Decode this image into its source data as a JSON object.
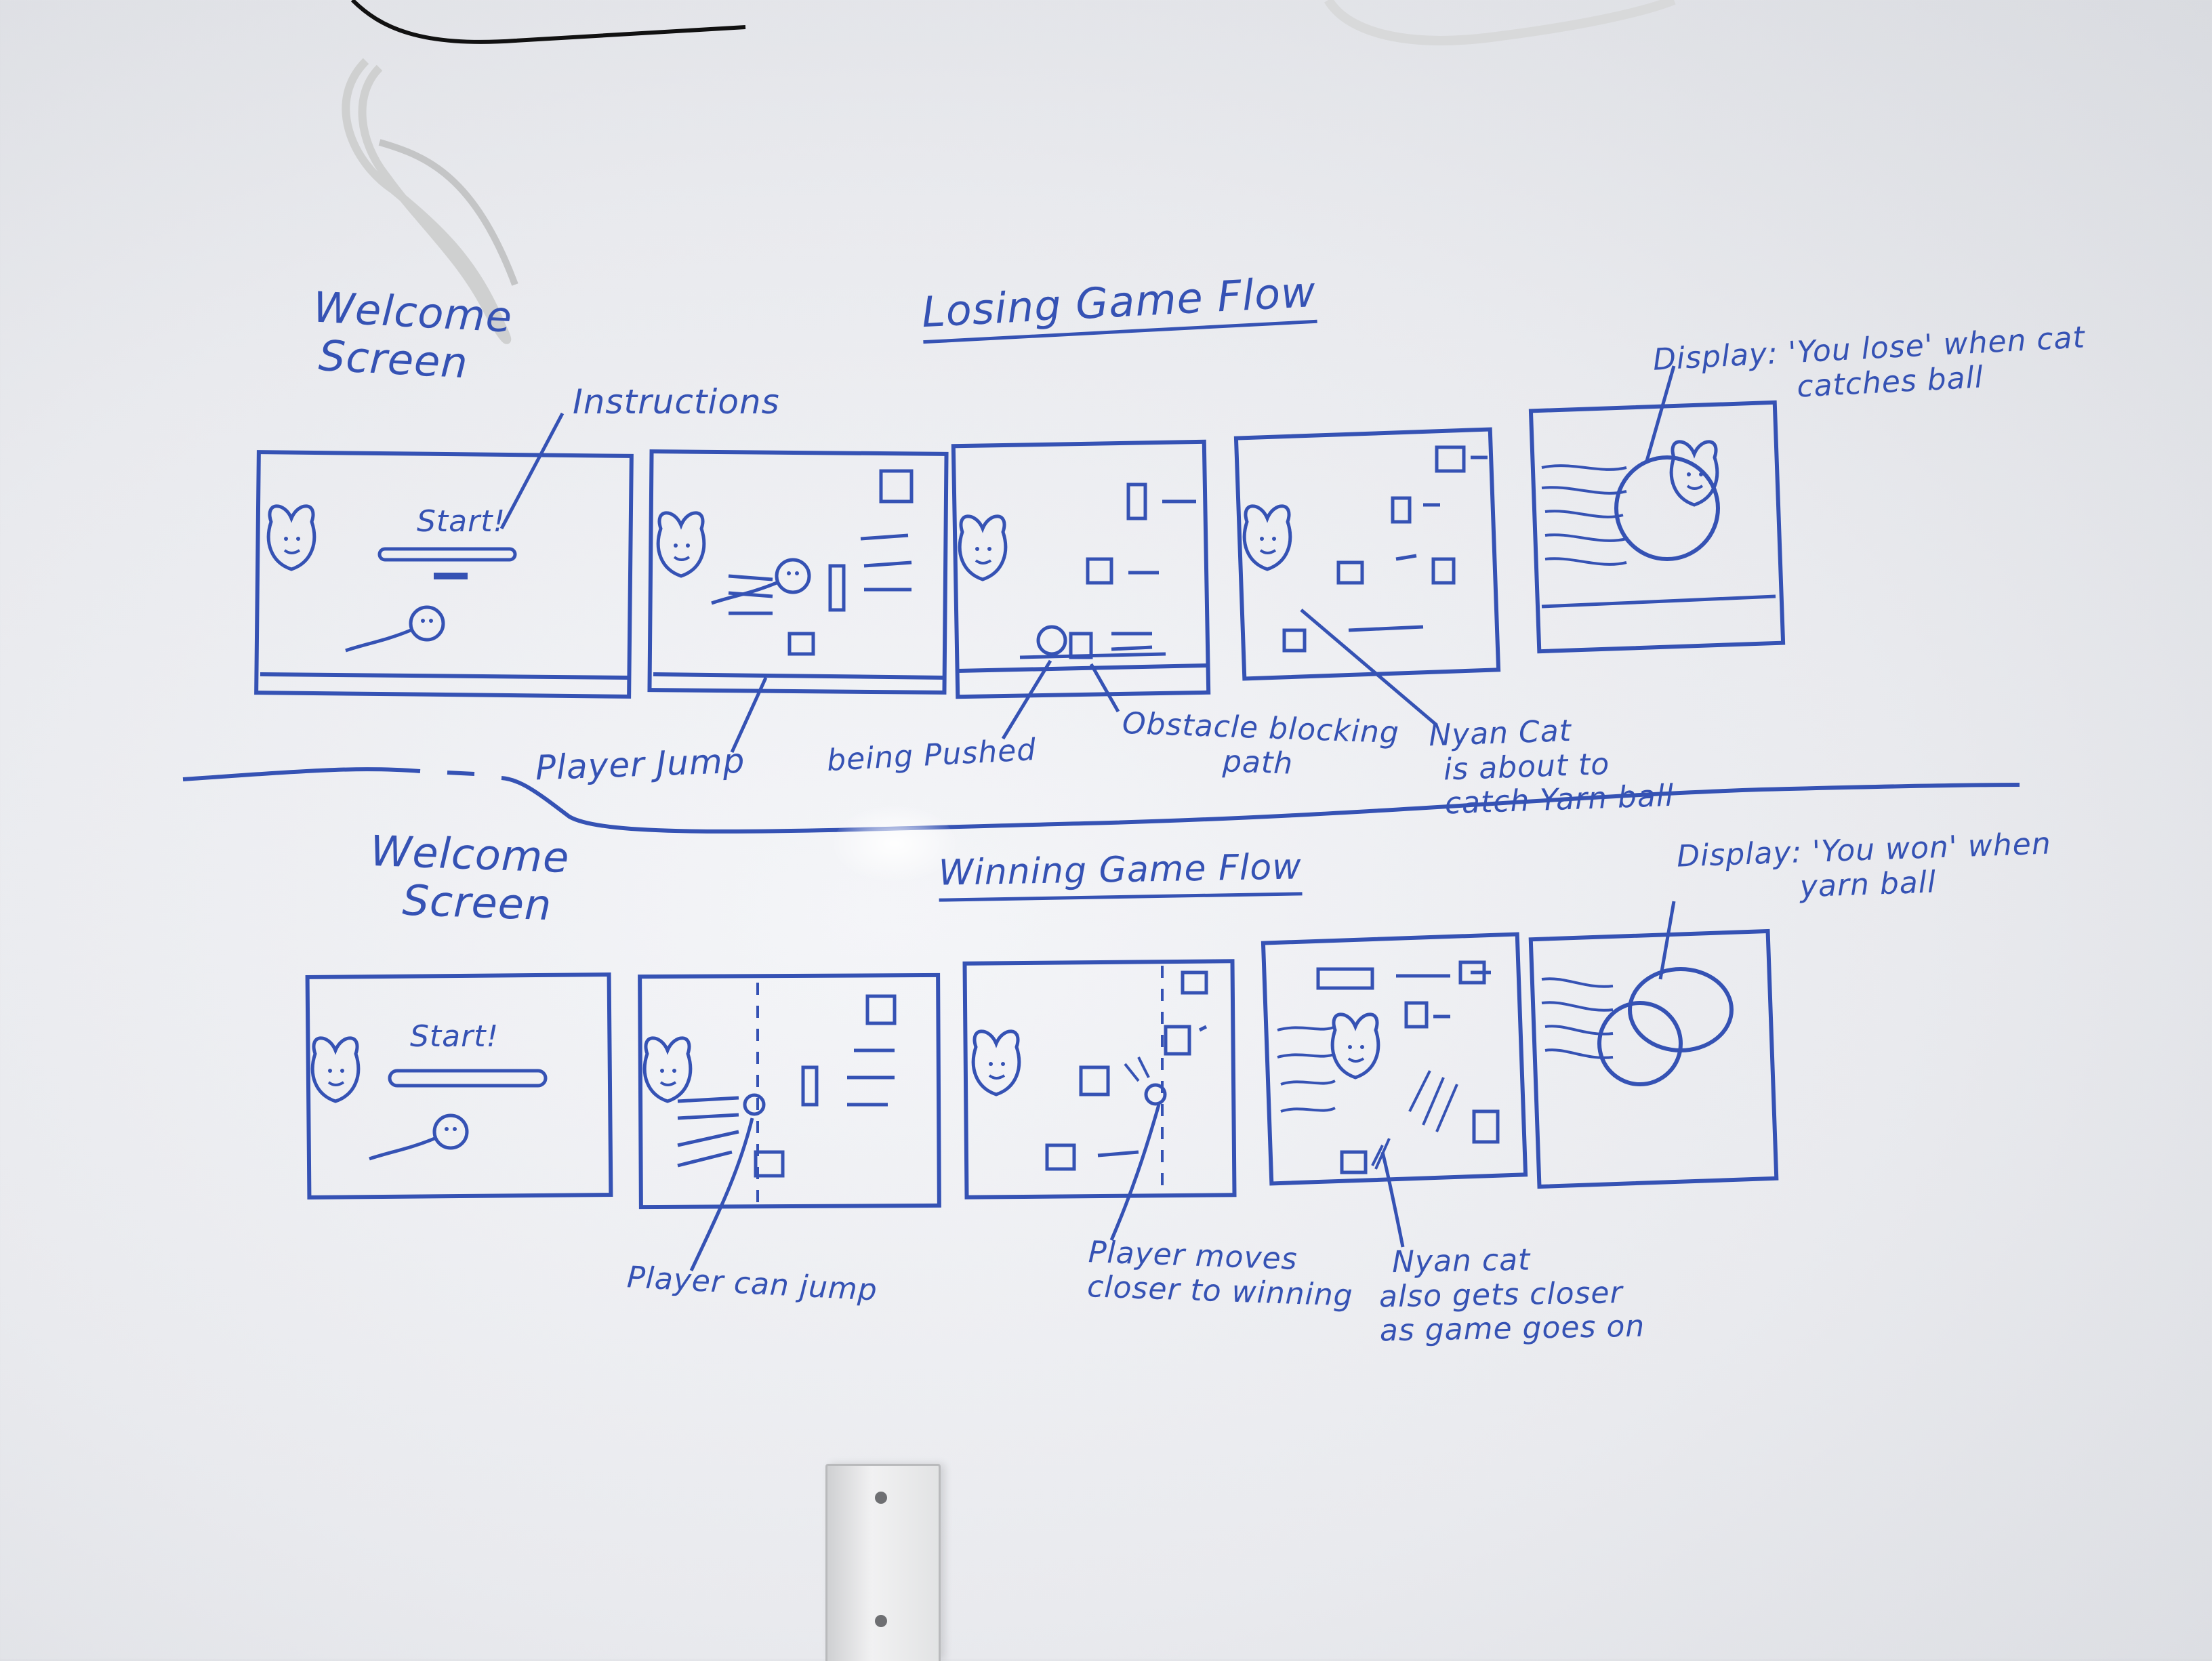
{
  "board": {
    "ink_color": "#3552b4",
    "background": "#eceef1"
  },
  "top_section": {
    "welcome_title_line1": "Welcome",
    "welcome_title_line2": "Screen",
    "flow_title": "Losing Game Flow",
    "instructions_label": "Instructions",
    "start_label": "Start!",
    "annotations": {
      "player_jump": "Player Jump",
      "being_pushed": "being Pushed",
      "obstacle_line1": "Obstacle blocking",
      "obstacle_line2": "path",
      "nyan_line1": "Nyan Cat",
      "nyan_line2": "is about to",
      "nyan_line3": "catch Yarn ball",
      "display_line1": "Display: 'You lose' when cat",
      "display_line2": "catches ball"
    }
  },
  "bottom_section": {
    "welcome_title_line1": "Welcome",
    "welcome_title_line2": "Screen",
    "flow_title": "Winning Game Flow",
    "start_label": "Start!",
    "annotations": {
      "player_can_jump": "Player can jump",
      "moves_line1": "Player moves",
      "moves_line2": "closer to winning",
      "nyan_line1": "Nyan cat",
      "nyan_line2": "also gets closer",
      "nyan_line3": "as game goes on",
      "display_line1": "Display: 'You won' when",
      "display_line2": "yarn ball"
    }
  }
}
